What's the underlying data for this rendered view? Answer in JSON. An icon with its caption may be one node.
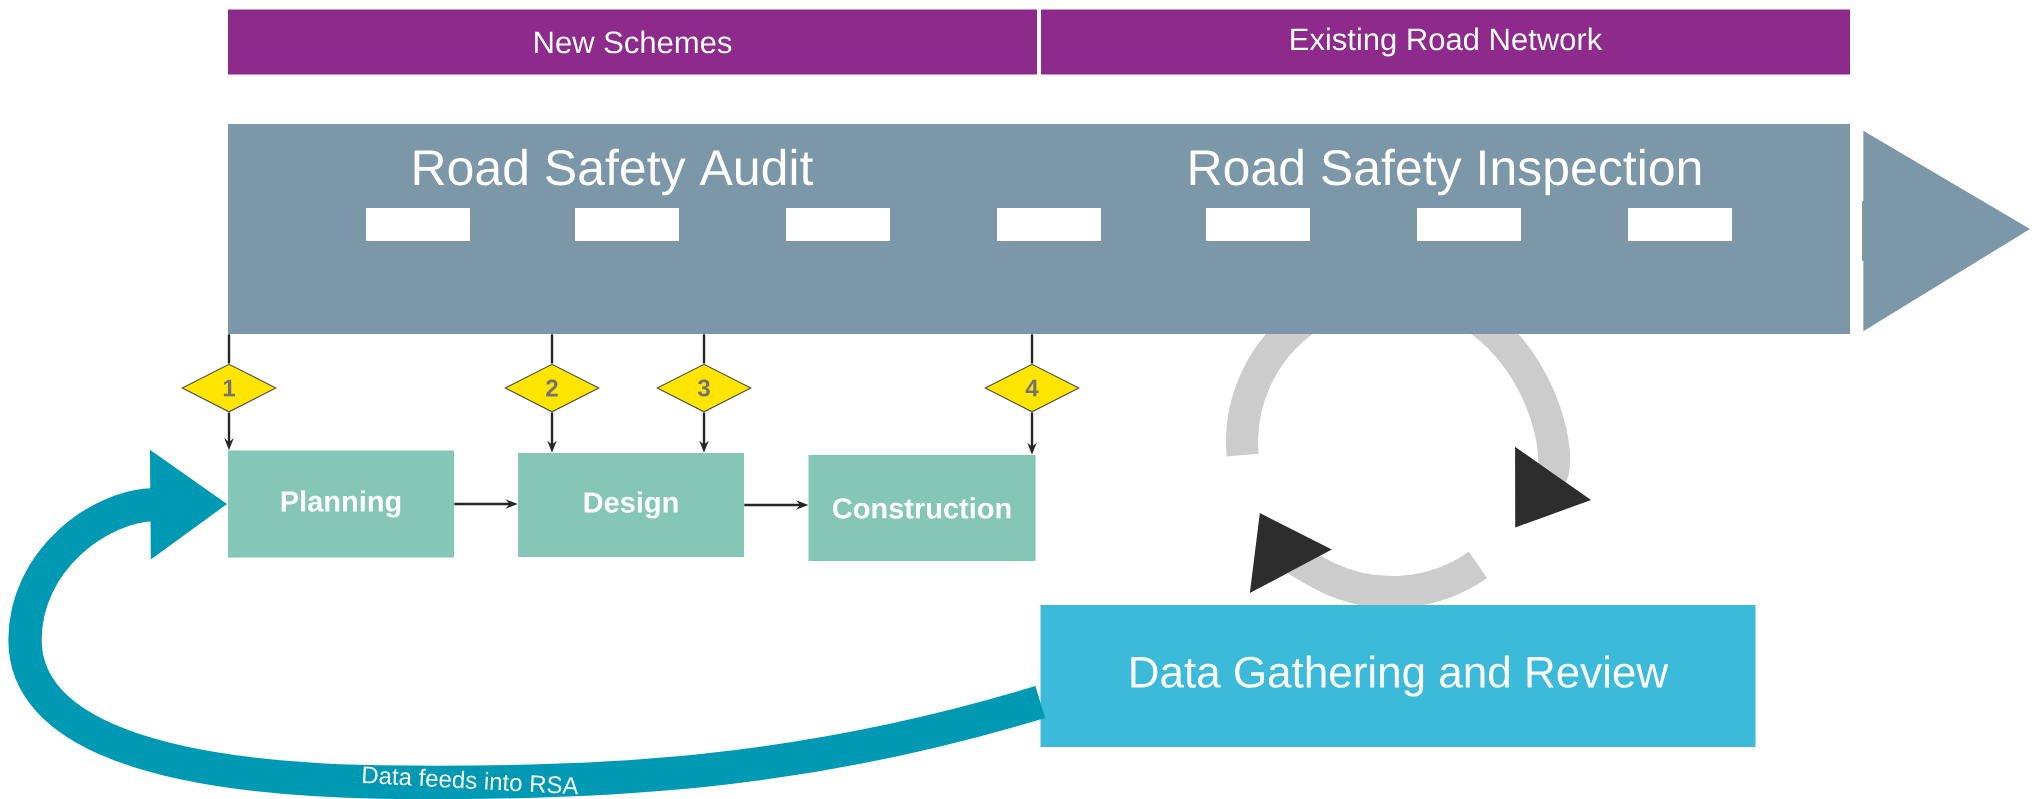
{
  "diagram": {
    "nodes": [
      {
        "text": [
          "New Schemes"
        ]
      },
      {
        "text": [
          "Existing Road Network"
        ]
      },
      {
        "text": [
          "Road Safety Audit",
          "Road Safety Inspection"
        ]
      },
      {
        "text": [
          "1"
        ]
      },
      {
        "text": [
          "2"
        ]
      },
      {
        "text": [
          "3"
        ]
      },
      {
        "text": [
          "4"
        ]
      },
      {
        "text": [
          "Planning"
        ]
      },
      {
        "text": [
          "Design"
        ]
      },
      {
        "text": [
          "Construction"
        ]
      },
      {
        "text": [
          "Data Gathering and Review"
        ]
      }
    ],
    "edges": [
      {
        "from": 2,
        "to": 3,
        "arrow": "none"
      },
      {
        "from": 3,
        "to": 7,
        "arrow": "to"
      },
      {
        "from": 2,
        "to": 4,
        "arrow": "none"
      },
      {
        "from": 4,
        "to": 8,
        "arrow": "to"
      },
      {
        "from": 2,
        "to": 5,
        "arrow": "none"
      },
      {
        "from": 5,
        "to": 8,
        "arrow": "to"
      },
      {
        "from": 2,
        "to": 6,
        "arrow": "none"
      },
      {
        "from": 6,
        "to": 9,
        "arrow": "to"
      },
      {
        "from": 7,
        "to": 8,
        "arrow": "to"
      },
      {
        "from": 8,
        "to": 9,
        "arrow": "to"
      },
      {
        "from": 10,
        "to": 7,
        "arrow": "to",
        "label": "Data feeds into RSA",
        "style": "thick",
        "color": "#0099b3"
      }
    ]
  }
}
